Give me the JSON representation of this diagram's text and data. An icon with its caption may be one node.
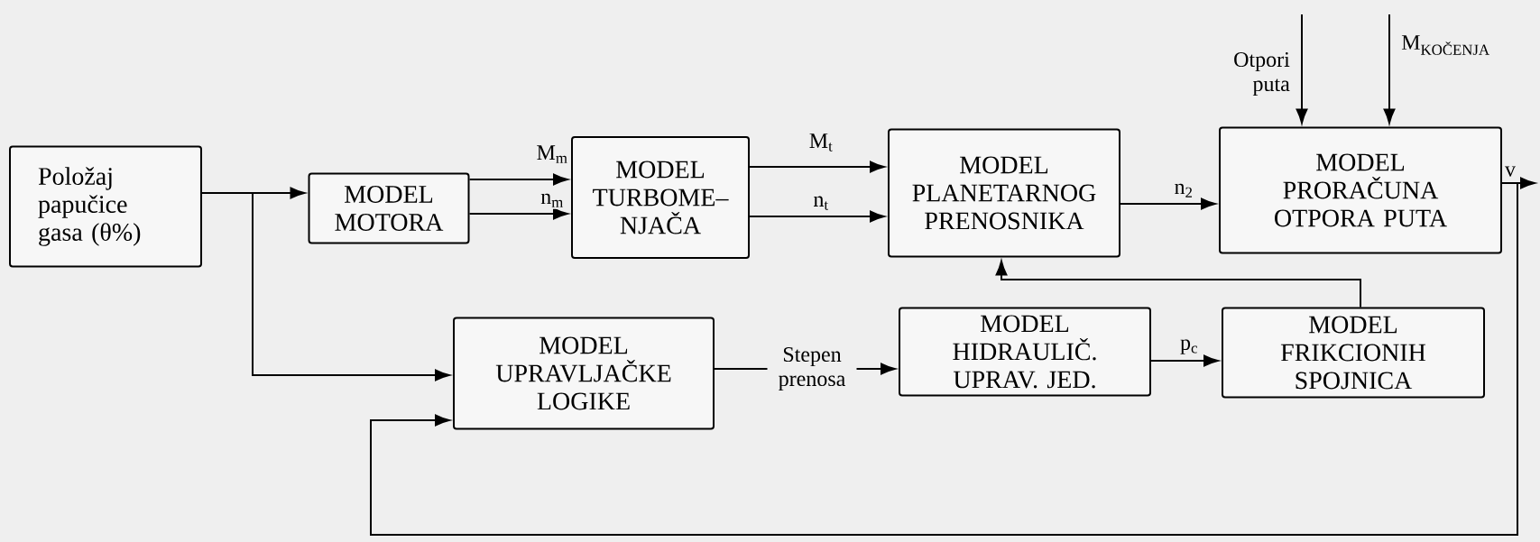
{
  "diagram": {
    "nodes": [
      {
        "text": [
          "Položaj papučice gasa (θ%)"
        ]
      },
      {
        "text": [
          "MODEL MOTORA"
        ]
      },
      {
        "text": [
          "MODEL TURBOME– NJAČA"
        ]
      },
      {
        "text": [
          "MODEL PLANETARNOG PRENOSNIKA"
        ]
      },
      {
        "text": [
          "MODEL PRORAČUNA OTPORA PUTA"
        ]
      },
      {
        "text": [
          "MODEL UPRAVLJAČKE LOGIKE"
        ]
      },
      {
        "text": [
          "MODEL HIDRAULIČ. UPRAV. JED."
        ]
      },
      {
        "text": [
          "MODEL FRIKCIONIH SPOJNICA"
        ]
      }
    ],
    "edges": [
      {
        "from": 0,
        "to": 1,
        "arrow": "to"
      },
      {
        "from": 0,
        "to": 5,
        "arrow": "to"
      },
      {
        "from": 1,
        "to": 2,
        "arrow": "to",
        "label": "M$_{m}$"
      },
      {
        "from": 1,
        "to": 2,
        "arrow": "to",
        "label": "n$_{m}$"
      },
      {
        "from": 2,
        "to": 3,
        "arrow": "to",
        "label": "M$_{t}$"
      },
      {
        "from": 2,
        "to": 3,
        "arrow": "to",
        "label": "n$_{t}$"
      },
      {
        "from": 3,
        "to": 4,
        "arrow": "to",
        "label": "n$_{2}$"
      },
      {
        "from": null,
        "to": 4,
        "arrow": "to",
        "label": "Otpori puta"
      },
      {
        "from": null,
        "to": 4,
        "arrow": "to",
        "label": "M$_{KOČENJA}$"
      },
      {
        "from": 4,
        "to": null,
        "arrow": "to",
        "label": "v"
      },
      {
        "from": 4,
        "to": 5,
        "arrow": "to"
      },
      {
        "from": 5,
        "to": 6,
        "arrow": "to",
        "label": "Stepen prenosa"
      },
      {
        "from": 6,
        "to": 7,
        "arrow": "to",
        "label": "p$_{c}$"
      },
      {
        "from": 7,
        "to": 3,
        "arrow": "to"
      }
    ]
  }
}
